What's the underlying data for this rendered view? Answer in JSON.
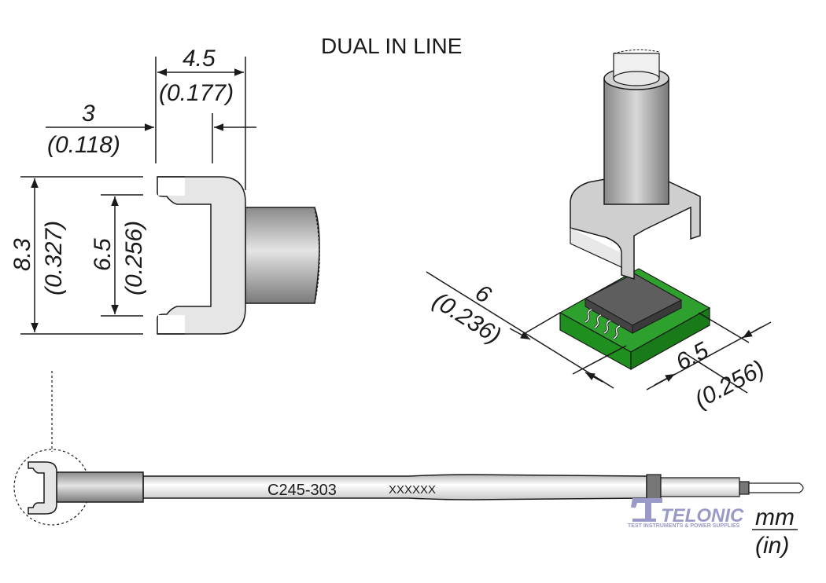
{
  "title": "DUAL IN LINE",
  "dimensions": {
    "offset": {
      "mm": "3",
      "in": "(0.118)"
    },
    "width": {
      "mm": "4.5",
      "in": "(0.177)"
    },
    "outer_height": {
      "mm": "8.3",
      "in": "(0.327)"
    },
    "inner_height": {
      "mm": "6.5",
      "in": "(0.256)"
    },
    "chip_depth": {
      "mm": "6",
      "in": "(0.236)"
    },
    "chip_width": {
      "mm": "6.5",
      "in": "(0.256)"
    }
  },
  "tip": {
    "part_number": "C245-303",
    "serial": "XXXXXX"
  },
  "units": {
    "top": "mm",
    "bottom": "(in)"
  },
  "watermark": {
    "brand": "TELONIC",
    "tagline": "TEST INSTRUMENTS & POWER SUPPLIES"
  },
  "colors": {
    "pcb_green": "#1f8f1f",
    "chip_gray": "#5a5a5a",
    "metal_light": "#e0e0e0",
    "metal_dark": "#9a9a9a",
    "watermark": "#9a9ac8"
  }
}
